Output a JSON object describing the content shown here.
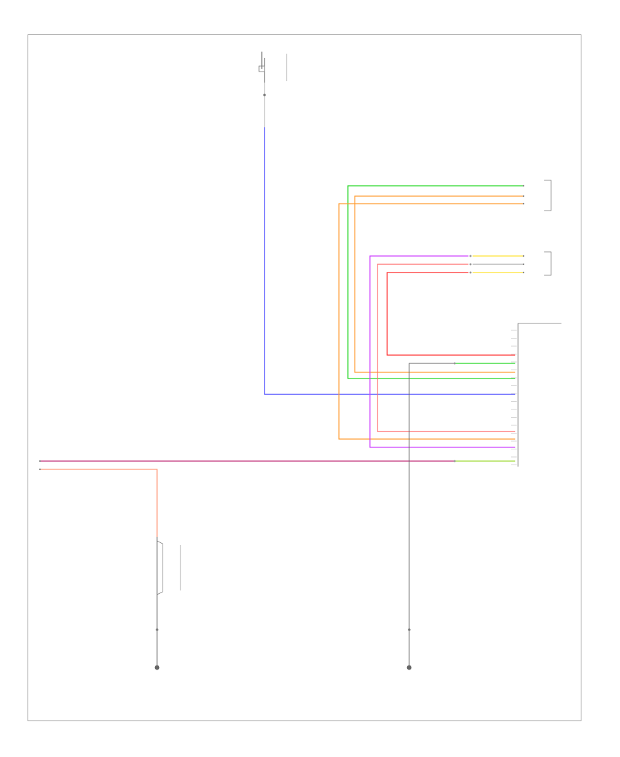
{
  "diagram": {
    "footer_code": "",
    "top_source": {
      "label": "",
      "fuse_block": [],
      "fuse": [],
      "connector": "",
      "wire": []
    },
    "sensors": [
      {
        "id": "upper-sensor",
        "label": [],
        "wires": [
          {
            "color_name": "",
            "color": "#22d622"
          },
          {
            "color_name": "",
            "color": "#ff9a2e"
          },
          {
            "color_name": "",
            "color": "#ff9a2e"
          }
        ]
      },
      {
        "id": "middle-sensor",
        "label": [],
        "wires": [
          {
            "color_name": "",
            "color": "#cc3cff"
          },
          {
            "color_name": "",
            "color": "#ff6b6b"
          },
          {
            "color_name": "",
            "color": "#ff3030"
          }
        ]
      }
    ],
    "control_module": {
      "label": [],
      "pins": []
    },
    "switch": {
      "label": [],
      "wire": []
    },
    "grounds": [
      {
        "id": "ground-left",
        "label": []
      },
      {
        "id": "ground-right",
        "label": []
      }
    ],
    "colors": {
      "green": "#22d622",
      "orange": "#ff9a2e",
      "purple": "#cc3cff",
      "pink": "#ff6b6b",
      "red": "#ff2a2a",
      "blue": "#3a3aff",
      "black": "#555555",
      "frame": "#9a9a9a"
    }
  }
}
